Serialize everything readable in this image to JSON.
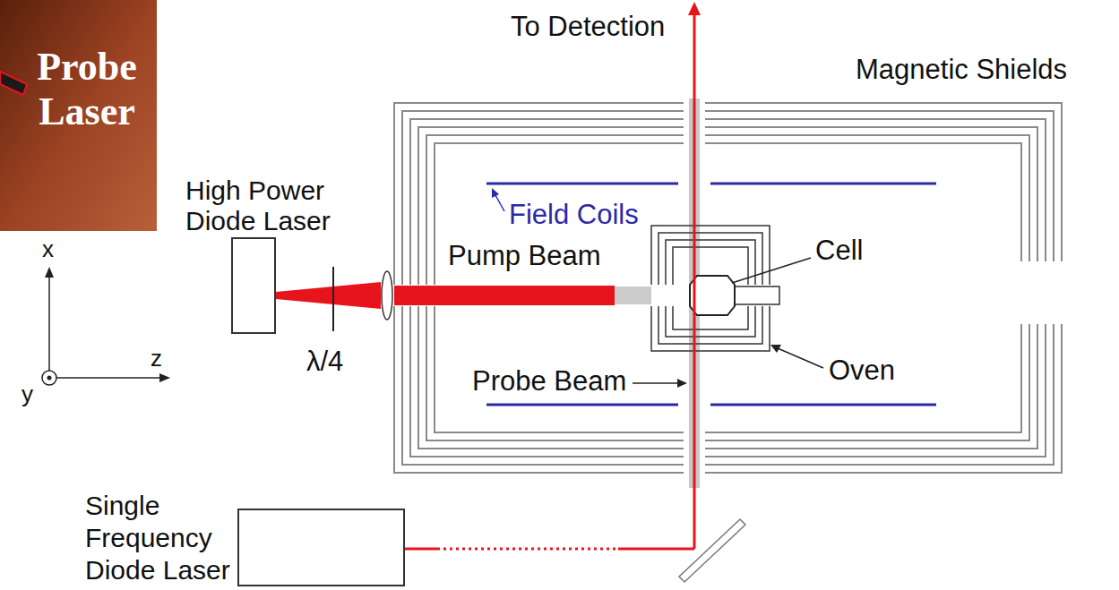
{
  "diagram": {
    "nodes": [
      {
        "text": [
          "High Power Diode Laser"
        ]
      },
      {
        "text": [
          "Single Frequency Diode Laser"
        ]
      }
    ],
    "labels": [
      "Probe Laser",
      "To Detection",
      "Magnetic Shields",
      "Field Coils",
      "Pump Beam",
      "Cell",
      "λ/4",
      "Probe Beam",
      "Oven",
      "x",
      "y",
      "z"
    ]
  }
}
